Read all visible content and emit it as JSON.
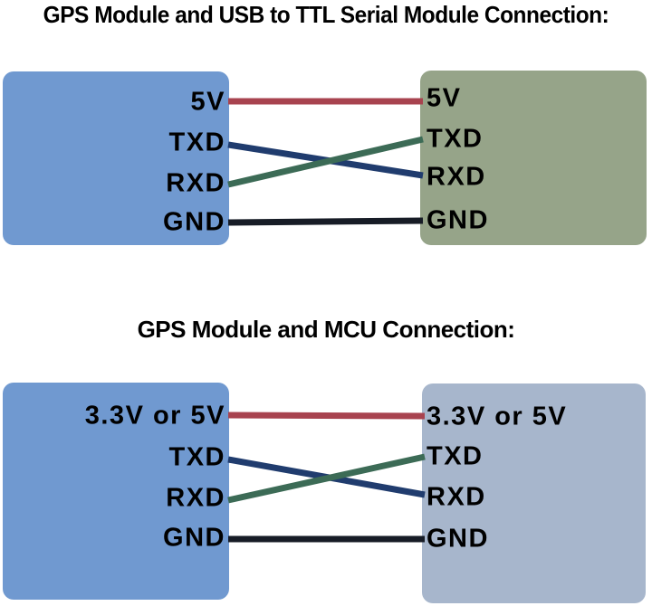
{
  "colors": {
    "gps_module_box": "#7099d0",
    "ttl_module_box": "#96a489",
    "mcu_module_box": "#a7b6cc",
    "wire_power": "#a8434f",
    "wire_blue": "#203c6e",
    "wire_green": "#3c6b56",
    "wire_ground": "#171c26",
    "title_text": "#000000",
    "pin_text": "#000000"
  },
  "diagram1": {
    "title": "GPS Module and USB to TTL Serial Module Connection:",
    "left_pins": [
      "5V",
      "TXD",
      "RXD",
      "GND"
    ],
    "right_pins": [
      "5V",
      "TXD",
      "RXD",
      "GND"
    ],
    "connections": [
      {
        "from": "5V",
        "to": "5V",
        "wire": "power"
      },
      {
        "from": "TXD",
        "to": "RXD",
        "wire": "blue"
      },
      {
        "from": "RXD",
        "to": "TXD",
        "wire": "green"
      },
      {
        "from": "GND",
        "to": "GND",
        "wire": "ground"
      }
    ]
  },
  "diagram2": {
    "title": "GPS Module and MCU Connection:",
    "left_pins": [
      "3.3V or 5V",
      "TXD",
      "RXD",
      "GND"
    ],
    "right_pins": [
      "3.3V or 5V",
      "TXD",
      "RXD",
      "GND"
    ],
    "connections": [
      {
        "from": "3.3V or 5V",
        "to": "3.3V or 5V",
        "wire": "power"
      },
      {
        "from": "TXD",
        "to": "RXD",
        "wire": "blue"
      },
      {
        "from": "RXD",
        "to": "TXD",
        "wire": "green"
      },
      {
        "from": "GND",
        "to": "GND",
        "wire": "ground"
      }
    ]
  }
}
